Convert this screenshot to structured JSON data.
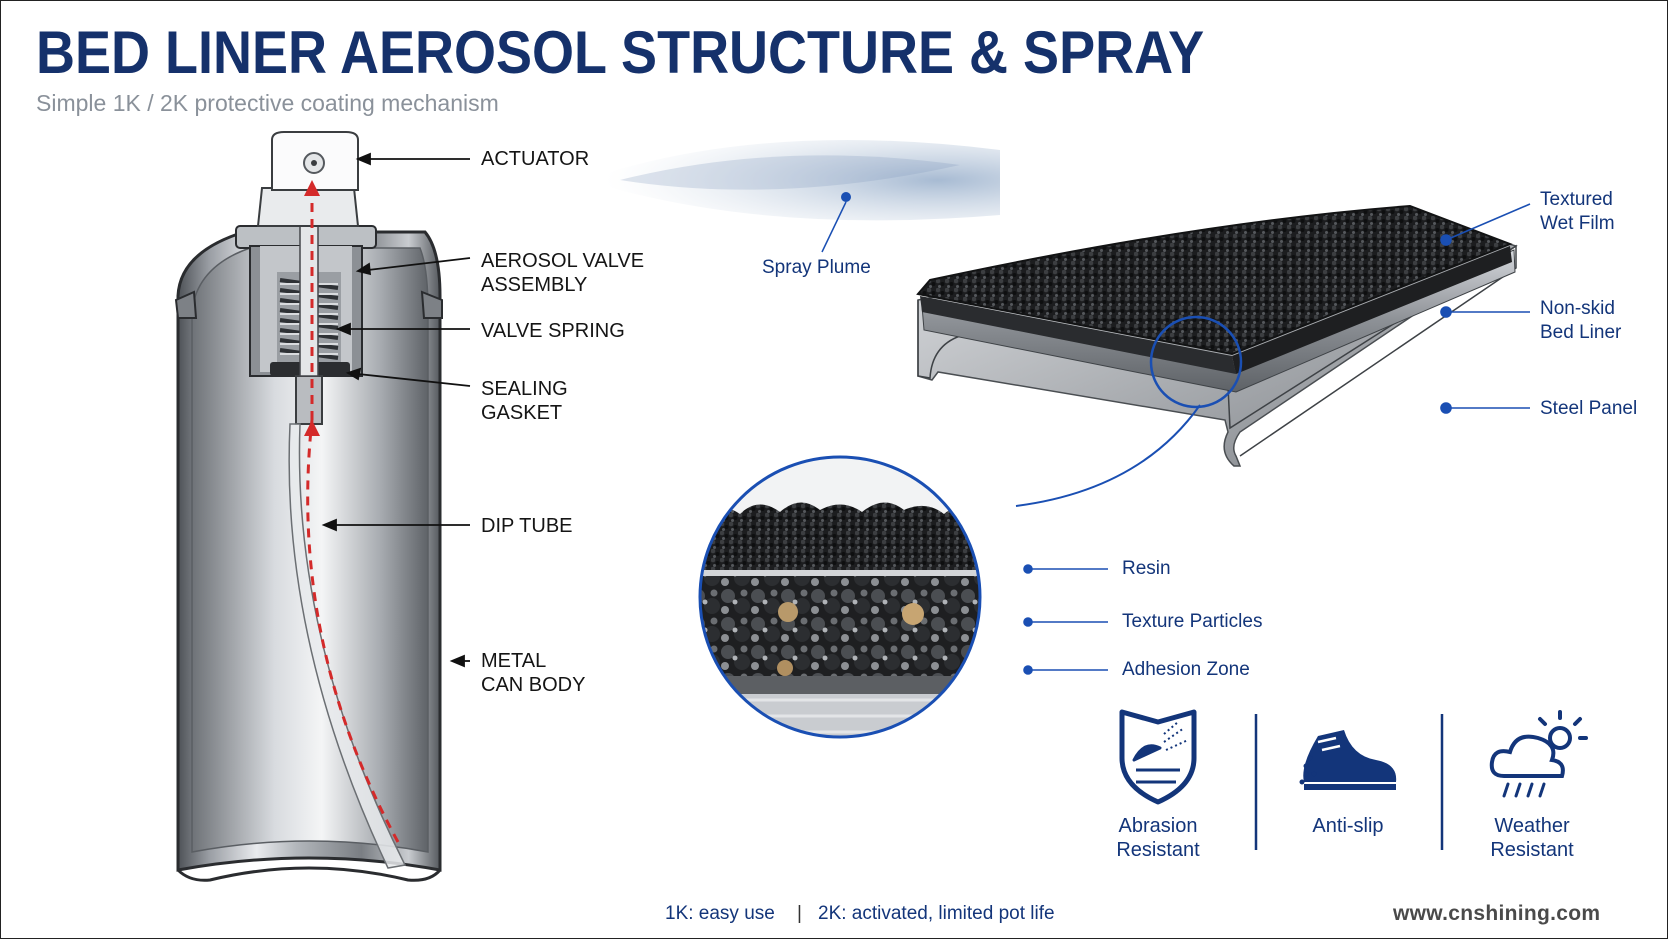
{
  "header": {
    "title": "BED LINER AEROSOL STRUCTURE & SPRAY",
    "subtitle": "Simple 1K / 2K protective coating mechanism"
  },
  "can_labels": {
    "actuator": "ACTUATOR",
    "valve_assembly_1": "AEROSOL VALVE",
    "valve_assembly_2": "ASSEMBLY",
    "valve_spring": "VALVE SPRING",
    "gasket_1": "SEALING",
    "gasket_2": "GASKET",
    "dip_tube": "DIP TUBE",
    "can_body_1": "METAL",
    "can_body_2": "CAN BODY"
  },
  "spray": {
    "plume": "Spray Plume"
  },
  "panel_labels": {
    "wet_film_1": "Textured",
    "wet_film_2": "Wet Film",
    "bed_liner_1": "Non-skid",
    "bed_liner_2": "Bed Liner",
    "steel": "Steel Panel"
  },
  "zoom_labels": {
    "resin": "Resin",
    "particles": "Texture Particles",
    "adhesion": "Adhesion Zone"
  },
  "benefits": [
    {
      "line1": "Abrasion",
      "line2": "Resistant",
      "icon": "shield-spray-icon"
    },
    {
      "line1": "Anti-slip",
      "line2": "",
      "icon": "shoe-icon"
    },
    {
      "line1": "Weather",
      "line2": "Resistant",
      "icon": "cloud-sun-rain-icon"
    }
  ],
  "footer": {
    "k1": "1K: easy use",
    "divider": "|",
    "k2": "2K: activated, limited pot life",
    "url": "www.cnshining.com"
  },
  "colors": {
    "brand_blue": "#15316b",
    "accent_blue": "#13357a",
    "flow_red": "#d42a2a"
  }
}
